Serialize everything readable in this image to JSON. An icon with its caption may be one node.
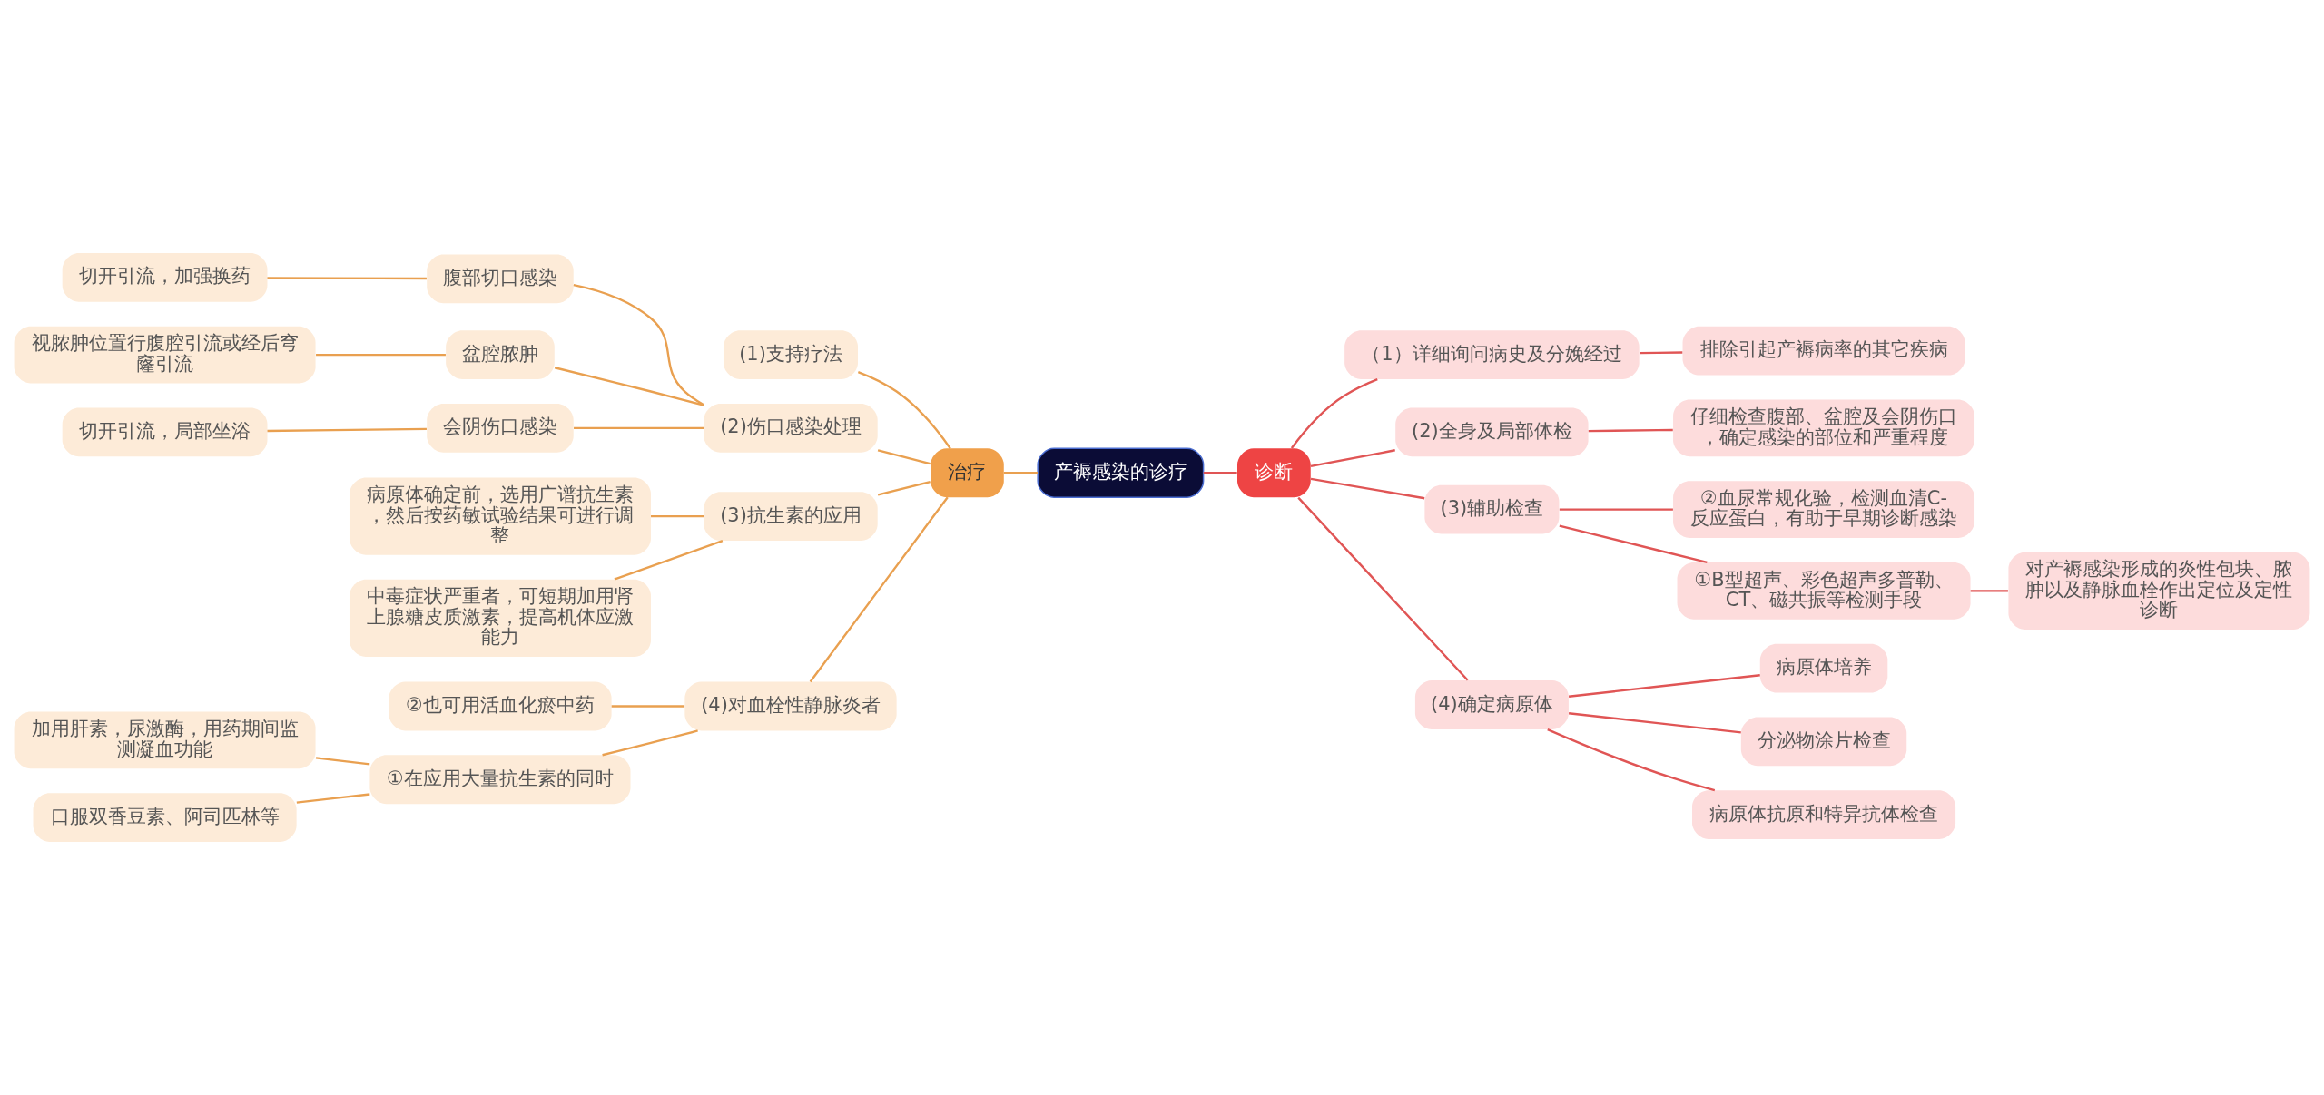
{
  "diagram": {
    "nodes": [
      {
        "text": [
          "产褥感染的诊疗"
        ]
      },
      {
        "text": [
          "治疗"
        ]
      },
      {
        "text": [
          "诊断"
        ]
      },
      {
        "text": [
          "(1)支持疗法"
        ]
      },
      {
        "text": [
          "(2)伤口感染处理"
        ]
      },
      {
        "text": [
          "腹部切口感染"
        ]
      },
      {
        "text": [
          "切开引流，加强换药"
        ]
      },
      {
        "text": [
          "盆腔脓肿"
        ]
      },
      {
        "text": [
          "视脓肿位置行腹腔引流或经后穹窿引流"
        ]
      },
      {
        "text": [
          "会阴伤口感染"
        ]
      },
      {
        "text": [
          "切开引流，局部坐浴"
        ]
      },
      {
        "text": [
          "(3)抗生素的应用"
        ]
      },
      {
        "text": [
          "病原体确定前，选用广谱抗生素，然后按药敏试验结果可进行调整"
        ]
      },
      {
        "text": [
          "中毒症状严重者，可短期加用肾上腺糖皮质激素，提高机体应激能力"
        ]
      },
      {
        "text": [
          "(4)对血栓性静脉炎者"
        ]
      },
      {
        "text": [
          "②也可用活血化瘀中药"
        ]
      },
      {
        "text": [
          "①在应用大量抗生素的同时"
        ]
      },
      {
        "text": [
          "加用肝素，尿激酶，用药期间监测凝血功能"
        ]
      },
      {
        "text": [
          "口服双香豆素、阿司匹林等"
        ]
      },
      {
        "text": [
          "（1）详细询问病史及分娩经过"
        ]
      },
      {
        "text": [
          "排除引起产褥病率的其它疾病"
        ]
      },
      {
        "text": [
          "(2)全身及局部体检"
        ]
      },
      {
        "text": [
          "仔细检查腹部、盆腔及会阴伤口，确定感染的部位和严重程度"
        ]
      },
      {
        "text": [
          "(3)辅助检查"
        ]
      },
      {
        "text": [
          "②血尿常规化验，检测血清C-反应蛋白，有助于早期诊断感染"
        ]
      },
      {
        "text": [
          "①B型超声、彩色超声多普勒、CT、磁共振等检测手段"
        ]
      },
      {
        "text": [
          "对产褥感染形成的炎性包块、脓肿以及静脉血栓作出定位及定性诊断"
        ]
      },
      {
        "text": [
          "(4)确定病原体"
        ]
      },
      {
        "text": [
          "病原体培养"
        ]
      },
      {
        "text": [
          "分泌物涂片检查"
        ]
      },
      {
        "text": [
          "病原体抗原和特异抗体检查"
        ]
      }
    ],
    "edges": [
      {
        "from": 0,
        "to": 1,
        "arrow": "none"
      },
      {
        "from": 0,
        "to": 2,
        "arrow": "none",
        "color": "#e05555"
      },
      {
        "from": 1,
        "to": 3,
        "arrow": "none"
      },
      {
        "from": 1,
        "to": 4,
        "arrow": "none"
      },
      {
        "from": 4,
        "to": 5,
        "arrow": "none"
      },
      {
        "from": 5,
        "to": 6,
        "arrow": "none"
      },
      {
        "from": 4,
        "to": 7,
        "arrow": "none"
      },
      {
        "from": 7,
        "to": 8,
        "arrow": "none"
      },
      {
        "from": 4,
        "to": 9,
        "arrow": "none"
      },
      {
        "from": 9,
        "to": 10,
        "arrow": "none"
      },
      {
        "from": 1,
        "to": 11,
        "arrow": "none"
      },
      {
        "from": 11,
        "to": 12,
        "arrow": "none"
      },
      {
        "from": 11,
        "to": 13,
        "arrow": "none"
      },
      {
        "from": 1,
        "to": 14,
        "arrow": "none"
      },
      {
        "from": 14,
        "to": 15,
        "arrow": "none"
      },
      {
        "from": 14,
        "to": 16,
        "arrow": "none"
      },
      {
        "from": 16,
        "to": 17,
        "arrow": "none"
      },
      {
        "from": 16,
        "to": 18,
        "arrow": "none"
      },
      {
        "from": 2,
        "to": 19,
        "arrow": "none",
        "color": "#e05555"
      },
      {
        "from": 19,
        "to": 20,
        "arrow": "none",
        "color": "#e05555"
      },
      {
        "from": 2,
        "to": 21,
        "arrow": "none",
        "color": "#e05555"
      },
      {
        "from": 21,
        "to": 22,
        "arrow": "none",
        "color": "#e05555"
      },
      {
        "from": 2,
        "to": 23,
        "arrow": "none",
        "color": "#e05555"
      },
      {
        "from": 23,
        "to": 24,
        "arrow": "none",
        "color": "#e05555"
      },
      {
        "from": 23,
        "to": 25,
        "arrow": "none",
        "color": "#e05555"
      },
      {
        "from": 25,
        "to": 26,
        "arrow": "none",
        "color": "#e05555"
      },
      {
        "from": 2,
        "to": 27,
        "arrow": "none",
        "color": "#e05555"
      },
      {
        "from": 27,
        "to": 28,
        "arrow": "none",
        "color": "#e05555"
      },
      {
        "from": 27,
        "to": 29,
        "arrow": "none",
        "color": "#e05555"
      },
      {
        "from": 27,
        "to": 30,
        "arrow": "none",
        "color": "#e05555"
      }
    ]
  }
}
